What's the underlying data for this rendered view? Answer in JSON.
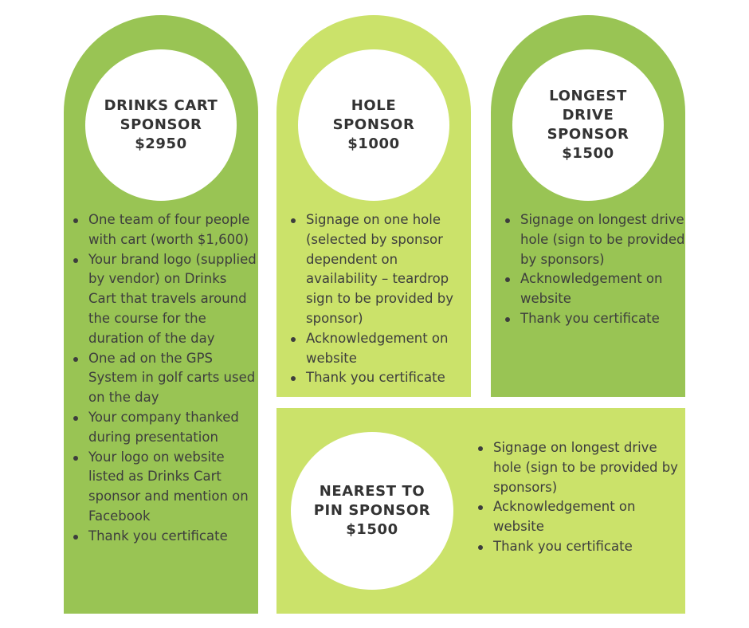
{
  "cards": [
    {
      "title": "DRINKS CART SPONSOR $2950",
      "items": [
        "One team of four people with cart (worth $1,600)",
        "Your brand logo (supplied by vendor) on Drinks Cart that travels around the course for the duration of the day",
        "One ad on the GPS System in golf carts used on the day",
        "Your company thanked during presentation",
        "Your logo on website listed as Drinks Cart sponsor and mention on Facebook",
        "Thank you certificate"
      ]
    },
    {
      "title": "HOLE SPONSOR $1000",
      "items": [
        "Signage on one hole (selected by sponsor dependent on availability – teardrop sign to be provided by sponsor)",
        "Acknowledgement on website",
        "Thank you certificate"
      ]
    },
    {
      "title": "LONGEST DRIVE SPONSOR $1500",
      "items": [
        "Signage on longest drive hole (sign to be provided by sponsors)",
        "Acknowledgement on website",
        "Thank you certificate"
      ]
    },
    {
      "title": "NEAREST TO PIN SPONSOR $1500",
      "items": [
        "Signage on longest drive hole (sign to be provided by sponsors)",
        "Acknowledgement on website",
        "Thank you certificate"
      ]
    }
  ],
  "colors": {
    "dark_green": "#99c454",
    "light_green": "#cbe26a",
    "text": "#3d3d3d"
  }
}
